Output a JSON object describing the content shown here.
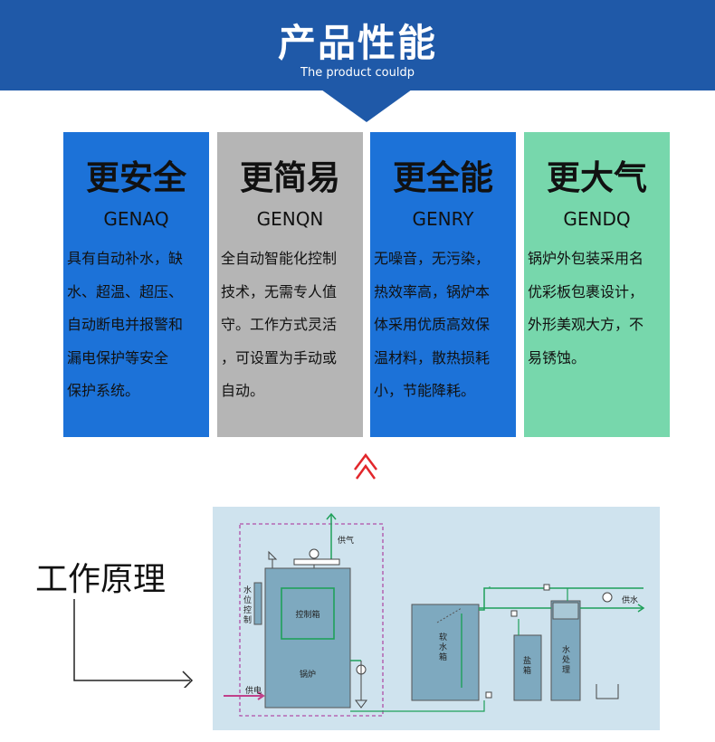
{
  "header": {
    "title": "产品性能",
    "subtitle": "The product couldp"
  },
  "cards": [
    {
      "title": "更安全",
      "code": "GENAQ",
      "lines": [
        "具有自动补水，缺",
        "水、超温、超压、",
        "自动断电并报警和",
        "漏电保护等安全",
        "保护系统。"
      ],
      "color": "#1c72d8"
    },
    {
      "title": "更简易",
      "code": "GENQN",
      "lines": [
        "全自动智能化控制",
        "技术，无需专人值",
        "守。工作方式灵活",
        "，可设置为手动或",
        "自动。"
      ],
      "color": "#b5b5b5"
    },
    {
      "title": "更全能",
      "code": "GENRY",
      "lines": [
        "无噪音，无污染，",
        "热效率高，锅炉本",
        "体采用优质高效保",
        "温材料，散热损耗",
        "小，节能降耗。"
      ],
      "color": "#1c72d8"
    },
    {
      "title": "更大气",
      "code": "GENDQ",
      "lines": [
        "锅炉外包装采用名",
        "优彩板包裹设计，",
        "外形美观大方，不",
        "易锈蚀。"
      ],
      "color": "#77d7ac"
    }
  ],
  "working_principle": {
    "title": "工作原理"
  },
  "diagram": {
    "labels": {
      "steam_supply": "供气",
      "water_level_control": "水位控制",
      "control_box": "控制箱",
      "boiler": "锅炉",
      "power_supply": "供电",
      "soft_water_tank": "软水箱",
      "salt_tank": "盐箱",
      "water_treatment": "水处理",
      "water_supply": "供水"
    }
  }
}
